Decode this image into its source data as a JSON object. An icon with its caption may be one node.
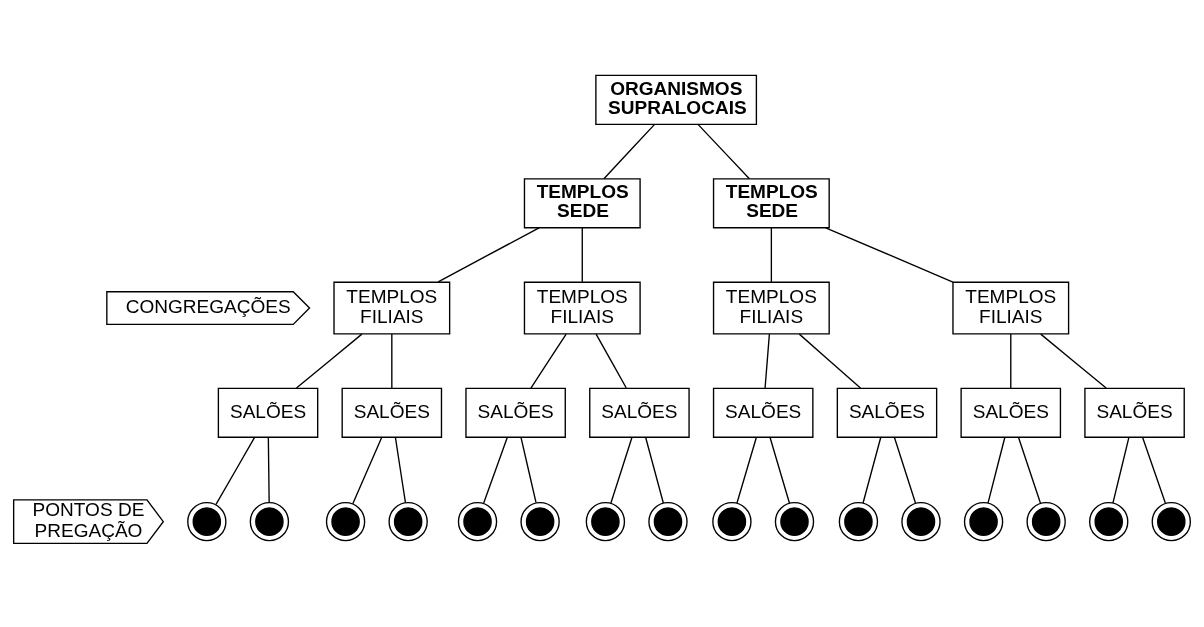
{
  "diagram": {
    "nodes": [
      {
        "text": [
          "ORGANISMOS SUPRALOCAIS"
        ]
      },
      {
        "text": [
          "TEMPLOS SEDE"
        ]
      },
      {
        "text": [
          "TEMPLOS SEDE"
        ]
      },
      {
        "text": [
          "TEMPLOS FILIAIS"
        ]
      },
      {
        "text": [
          "TEMPLOS FILIAIS"
        ]
      },
      {
        "text": [
          "TEMPLOS FILIAIS"
        ]
      },
      {
        "text": [
          "TEMPLOS FILIAIS"
        ]
      },
      {
        "text": [
          "SALÕES"
        ]
      },
      {
        "text": [
          "SALÕES"
        ]
      },
      {
        "text": [
          "SALÕES"
        ]
      },
      {
        "text": [
          "SALÕES"
        ]
      },
      {
        "text": [
          "SALÕES"
        ]
      },
      {
        "text": [
          "SALÕES"
        ]
      },
      {
        "text": [
          "SALÕES"
        ]
      },
      {
        "text": [
          "SALÕES"
        ]
      },
      {
        "text": [],
        "shape": "circle"
      },
      {
        "text": [],
        "shape": "circle"
      },
      {
        "text": [],
        "shape": "circle"
      },
      {
        "text": [],
        "shape": "circle"
      },
      {
        "text": [],
        "shape": "circle"
      },
      {
        "text": [],
        "shape": "circle"
      },
      {
        "text": [],
        "shape": "circle"
      },
      {
        "text": [],
        "shape": "circle"
      },
      {
        "text": [],
        "shape": "circle"
      },
      {
        "text": [],
        "shape": "circle"
      },
      {
        "text": [],
        "shape": "circle"
      },
      {
        "text": [],
        "shape": "circle"
      },
      {
        "text": [],
        "shape": "circle"
      },
      {
        "text": [],
        "shape": "circle"
      },
      {
        "text": [],
        "shape": "circle"
      },
      {
        "text": [],
        "shape": "circle"
      },
      {
        "text": [
          "CONGREGAÇÕES"
        ]
      },
      {
        "text": [
          "PONTOS DE PREGAÇÃO"
        ]
      }
    ],
    "edges": [
      {
        "from": 0,
        "to": 1,
        "arrow": "none"
      },
      {
        "from": 0,
        "to": 2,
        "arrow": "none"
      },
      {
        "from": 1,
        "to": 3,
        "arrow": "none"
      },
      {
        "from": 1,
        "to": 4,
        "arrow": "none"
      },
      {
        "from": 2,
        "to": 5,
        "arrow": "none"
      },
      {
        "from": 2,
        "to": 6,
        "arrow": "none"
      },
      {
        "from": 3,
        "to": 7,
        "arrow": "none"
      },
      {
        "from": 3,
        "to": 8,
        "arrow": "none"
      },
      {
        "from": 4,
        "to": 9,
        "arrow": "none"
      },
      {
        "from": 4,
        "to": 10,
        "arrow": "none"
      },
      {
        "from": 5,
        "to": 11,
        "arrow": "none"
      },
      {
        "from": 5,
        "to": 12,
        "arrow": "none"
      },
      {
        "from": 6,
        "to": 13,
        "arrow": "none"
      },
      {
        "from": 6,
        "to": 14,
        "arrow": "none"
      },
      {
        "from": 7,
        "to": 15,
        "arrow": "none"
      },
      {
        "from": 7,
        "to": 16,
        "arrow": "none"
      },
      {
        "from": 8,
        "to": 17,
        "arrow": "none"
      },
      {
        "from": 8,
        "to": 18,
        "arrow": "none"
      },
      {
        "from": 9,
        "to": 19,
        "arrow": "none"
      },
      {
        "from": 9,
        "to": 20,
        "arrow": "none"
      },
      {
        "from": 10,
        "to": 21,
        "arrow": "none"
      },
      {
        "from": 10,
        "to": 22,
        "arrow": "none"
      },
      {
        "from": 11,
        "to": 23,
        "arrow": "none"
      },
      {
        "from": 11,
        "to": 24,
        "arrow": "none"
      },
      {
        "from": 12,
        "to": 25,
        "arrow": "none"
      },
      {
        "from": 12,
        "to": 26,
        "arrow": "none"
      },
      {
        "from": 13,
        "to": 27,
        "arrow": "none"
      },
      {
        "from": 13,
        "to": 28,
        "arrow": "none"
      },
      {
        "from": 14,
        "to": 29,
        "arrow": "none"
      },
      {
        "from": 14,
        "to": 30,
        "arrow": "none"
      }
    ]
  }
}
